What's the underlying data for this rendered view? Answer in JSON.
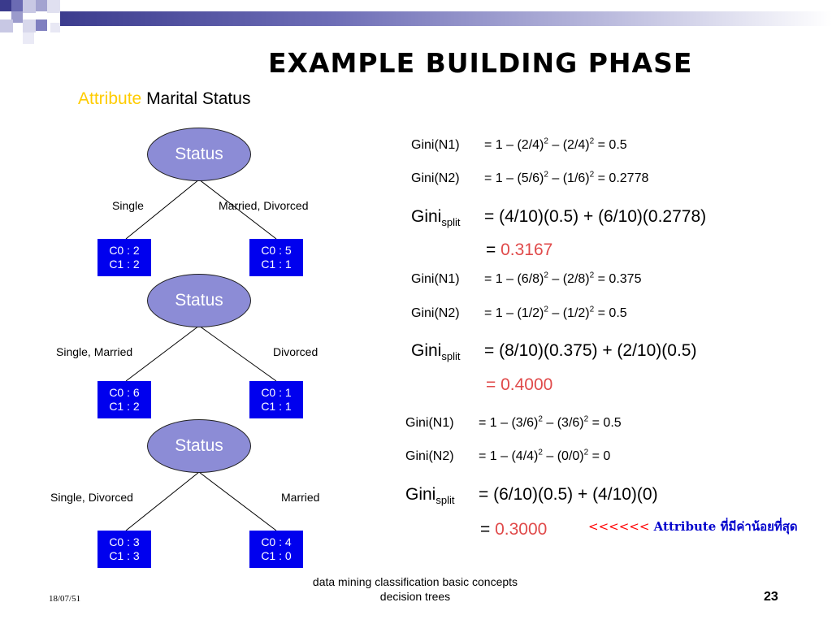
{
  "slide": {
    "title": "Example Building Phase",
    "subtitle_attribute": "Attribute",
    "subtitle_value": "Marital Status",
    "footer": "data mining classification basic concepts decision trees",
    "date": "18/07/51",
    "page_number": "23"
  },
  "trees": [
    {
      "root": "Status",
      "left_label": "Single",
      "right_label": "Married, Divorced",
      "left_leaf": [
        "C0 : 2",
        "C1 : 2"
      ],
      "right_leaf": [
        "C0 : 5",
        "C1 : 1"
      ]
    },
    {
      "root": "Status",
      "left_label": "Single, Married",
      "right_label": "Divorced",
      "left_leaf": [
        "C0 : 6",
        "C1 : 2"
      ],
      "right_leaf": [
        "C0 : 1",
        "C1 : 1"
      ]
    },
    {
      "root": "Status",
      "left_label": "Single, Divorced",
      "right_label": "Married",
      "left_leaf": [
        "C0 : 3",
        "C1 : 3"
      ],
      "right_leaf": [
        "C0 : 4",
        "C1 : 0"
      ]
    }
  ],
  "calcs": [
    {
      "n1_label": "Gini(N1)",
      "n1_a": "= 1 – (2/4)",
      "n1_b": " – (2/4)",
      "n1_c": " = 0.5",
      "n2_label": "Gini(N2)",
      "n2_a": "= 1 – (5/6)",
      "n2_b": " – (1/6)",
      "n2_c": " = 0.2778",
      "split_expr": "= (4/10)(0.5) + (6/10)(0.2778)",
      "result_eq": "=",
      "result": "0.3167"
    },
    {
      "n1_label": "Gini(N1)",
      "n1_a": "= 1 – (6/8)",
      "n1_b": " – (2/8)",
      "n1_c": " = 0.375",
      "n2_label": "Gini(N2)",
      "n2_a": "= 1 – (1/2)",
      "n2_b": " – (1/2)",
      "n2_c": " = 0.5",
      "split_expr": "= (8/10)(0.375) + (2/10)(0.5)",
      "result_eq": "=",
      "result": "0.4000"
    },
    {
      "n1_label": "Gini(N1)",
      "n1_a": "= 1 – (3/6)",
      "n1_b": " – (3/6)",
      "n1_c": " = 0.5",
      "n2_label": "Gini(N2)",
      "n2_a": "= 1 – (4/4)",
      "n2_b": " – (0/0)",
      "n2_c": " = 0",
      "split_expr": "= (6/10)(0.5) + (4/10)(0)",
      "result_eq": "=",
      "result": "0.3000"
    }
  ],
  "gini_word": "Gini",
  "gini_sub": "split",
  "sq_exp": "2",
  "note": {
    "arrows": "<<<<<<",
    "attribute": "Attribute",
    "thai": "ที่มีค่าน้อยที่สุด"
  },
  "colors": {
    "node_fill": "#8c8cd6",
    "leaf_fill": "#0000ee",
    "highlight_yellow": "#ffcc00",
    "result_red": "#e04a4a",
    "note_blue": "#0000cc"
  }
}
